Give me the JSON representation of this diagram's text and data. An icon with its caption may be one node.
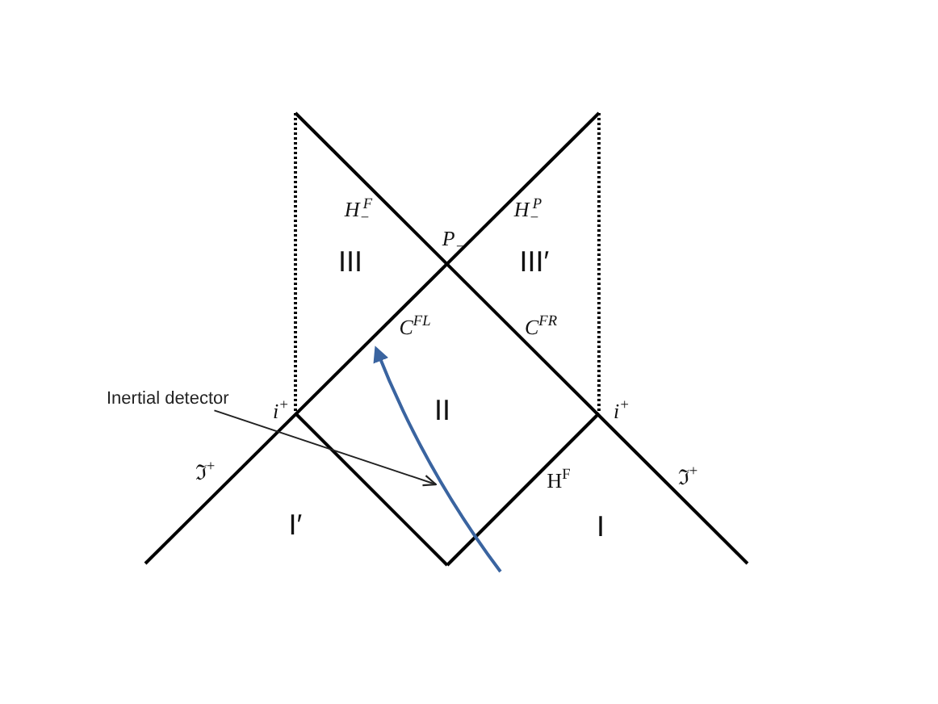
{
  "diagram": {
    "nodes": [
      {
        "text": [
          "Inertial detector"
        ]
      },
      {
        "text": [],
        "shape": "arrow"
      }
    ],
    "edges": [
      {
        "from": 0,
        "to": 1,
        "arrow": "to"
      }
    ],
    "labels": [
      "H$_{−}$$^{F}$",
      "H$_{−}$$^{P}$",
      "P$_{−}$",
      "III",
      "III′",
      "C$^{FL}$",
      "C$^{FR}$",
      "i$^{+}$",
      "II",
      "i$^{+}$",
      "ℑ$^{+}$",
      "H$^{F}$",
      "ℑ$^{+}$",
      "I′",
      "I"
    ]
  }
}
